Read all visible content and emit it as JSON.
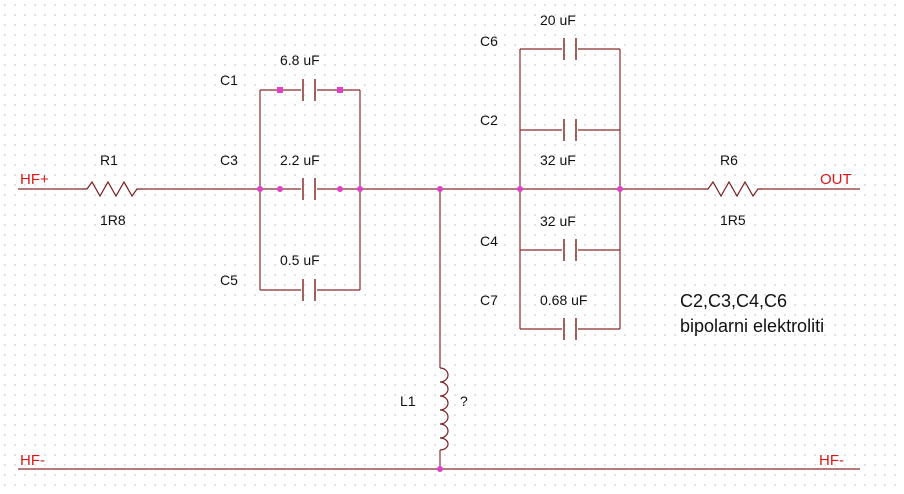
{
  "nets": {
    "hf_plus": "HF+",
    "hf_minus_left": "HF-",
    "hf_minus_right": "HF-",
    "out": "OUT"
  },
  "components": {
    "r1": {
      "ref": "R1",
      "value": "1R8"
    },
    "r6": {
      "ref": "R6",
      "value": "1R5"
    },
    "c1": {
      "ref": "C1",
      "value": "6.8 uF"
    },
    "c3": {
      "ref": "C3",
      "value": "2.2 uF"
    },
    "c5": {
      "ref": "C5",
      "value": "0.5 uF"
    },
    "c6": {
      "ref": "C6",
      "value": "20 uF"
    },
    "c2": {
      "ref": "C2",
      "value": "32 uF"
    },
    "c4": {
      "ref": "C4",
      "value": "32 uF"
    },
    "c7": {
      "ref": "C7",
      "value": "0.68 uF"
    },
    "l1": {
      "ref": "L1",
      "value": "?"
    }
  },
  "note": {
    "line1": "C2,C3,C4,C6",
    "line2": "bipolarni elektroliti"
  }
}
